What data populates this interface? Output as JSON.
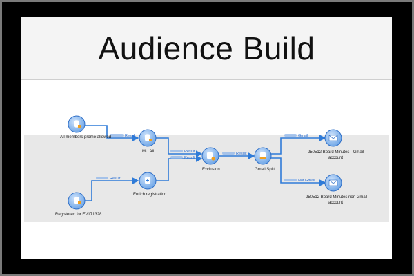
{
  "title": "Audience Build",
  "nodes": [
    {
      "id": "all-members",
      "label": "All members promo allowed",
      "type": "query"
    },
    {
      "id": "registered",
      "label": "Registered for EV171328",
      "type": "query"
    },
    {
      "id": "mu-all",
      "label": "MU All",
      "type": "query"
    },
    {
      "id": "enrich",
      "label": "Enrich registration",
      "type": "enrichment"
    },
    {
      "id": "exclusion",
      "label": "Exclusion",
      "type": "exclusion"
    },
    {
      "id": "gmail-split",
      "label": "Gmail Split",
      "type": "split"
    },
    {
      "id": "delivery-gmail",
      "label_line1": "250512 Board Minutes - Gmail",
      "label_line2": "account",
      "type": "email"
    },
    {
      "id": "delivery-non-gmail",
      "label_line1": "250512 Board Minutes non Gmail",
      "label_line2": "account",
      "type": "email"
    }
  ],
  "edges": [
    {
      "id": "e1",
      "label": "Result"
    },
    {
      "id": "e2",
      "label": "Result"
    },
    {
      "id": "e3",
      "label": "Result"
    },
    {
      "id": "e4",
      "label": "Result"
    },
    {
      "id": "e5",
      "label": "Result"
    },
    {
      "id": "e6",
      "label": "Gmail"
    },
    {
      "id": "e7",
      "label": "Not Gmail"
    }
  ],
  "colors": {
    "node_fill": "#7bb0ea",
    "node_stroke": "#2f6fc7",
    "edge": "#2f7bd8",
    "badge": "#f0a020"
  }
}
